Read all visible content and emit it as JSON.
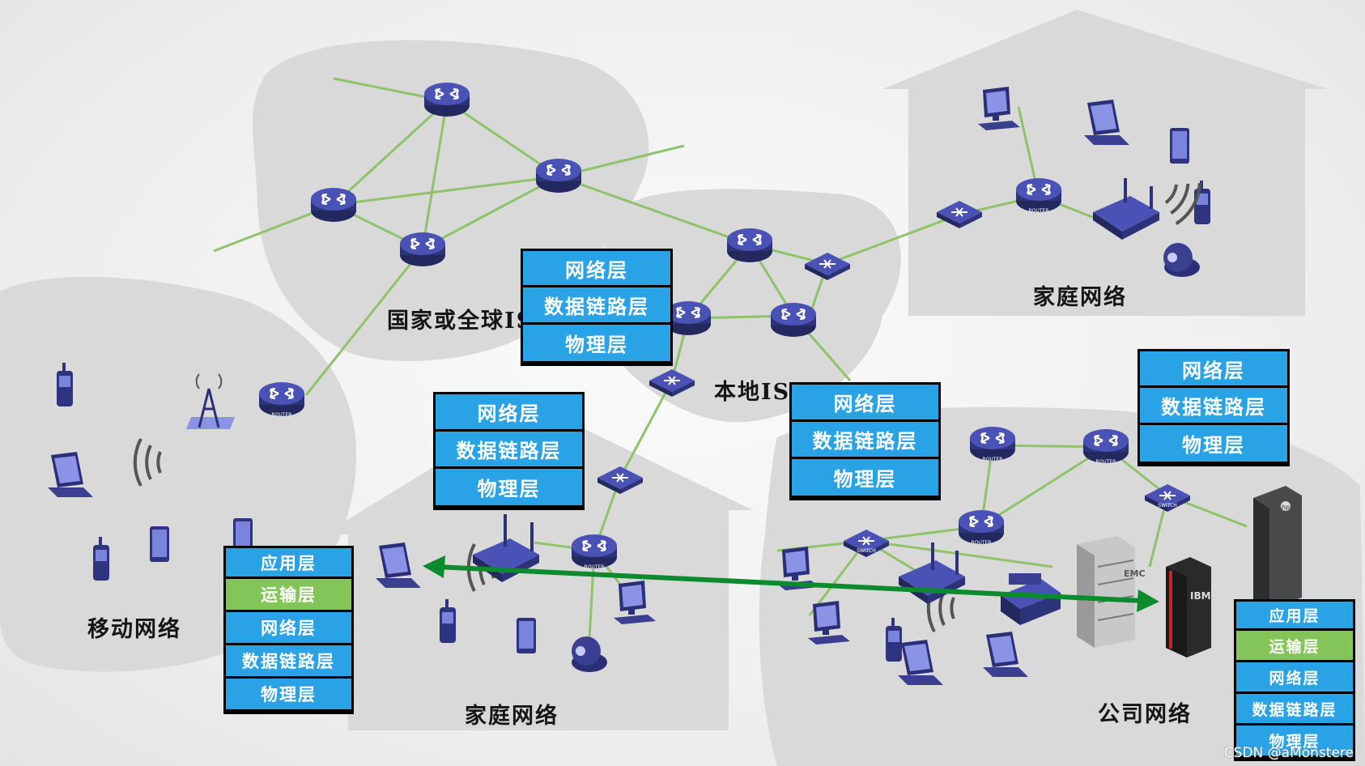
{
  "labels": {
    "national_isp": "国家或全球ISP",
    "local_isp": "本地ISP",
    "home_network_top": "家庭网络",
    "home_network_bottom": "家庭网络",
    "mobile_network": "移动网络",
    "company_network": "公司网络"
  },
  "stacks": {
    "router_stack_1": [
      "网络层",
      "数据链路层",
      "物理层"
    ],
    "router_stack_2": [
      "网络层",
      "数据链路层",
      "物理层"
    ],
    "router_stack_3": [
      "网络层",
      "数据链路层",
      "物理层"
    ],
    "router_stack_4": [
      "网络层",
      "数据链路层",
      "物理层"
    ],
    "host_stack_left": [
      "应用层",
      "运输层",
      "网络层",
      "数据链路层",
      "物理层"
    ],
    "host_stack_right": [
      "应用层",
      "运输层",
      "网络层",
      "数据链路层",
      "物理层"
    ]
  },
  "device_text": {
    "router_tag": "ROUTER",
    "switch_tag": "SWITCH",
    "emc_logo": "EMC",
    "ibm_logo": "IBM",
    "hp_logo": "hp"
  },
  "watermark": "CSDN @aMonstere",
  "colors": {
    "link_line": "#8ec36a",
    "router_blue": "#3c4495",
    "layer_blue": "#2aa3e6",
    "layer_green": "#84c55a",
    "end_to_end_arrow": "#0b8a2e",
    "region_gray": "#d9d9d9"
  }
}
